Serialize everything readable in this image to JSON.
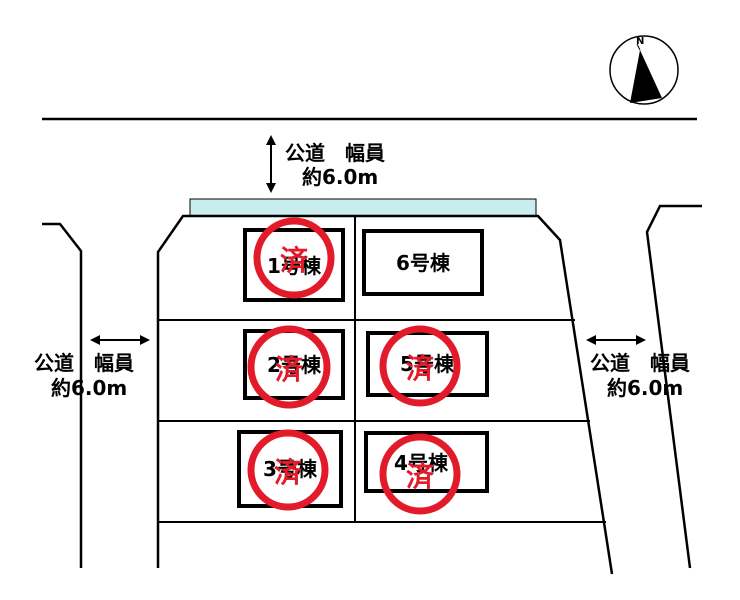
{
  "colors": {
    "line": "#000000",
    "sold_mark": "#e21b2a",
    "frontage_strip": "#c9ecec",
    "background": "#ffffff"
  },
  "compass": {
    "label": "N",
    "icon": "north-arrow-icon"
  },
  "roads": {
    "north": {
      "line1": "公道　幅員",
      "line2": "約6.0m"
    },
    "west": {
      "line1": "公道　幅員",
      "line2": "約6.0m"
    },
    "east": {
      "line1": "公道　幅員",
      "line2": "約6.0m"
    }
  },
  "buildings": [
    {
      "id": 1,
      "label": "1号棟",
      "sold": true
    },
    {
      "id": 2,
      "label": "2号棟",
      "sold": true
    },
    {
      "id": 3,
      "label": "3号棟",
      "sold": true
    },
    {
      "id": 4,
      "label": "4号棟",
      "sold": true
    },
    {
      "id": 5,
      "label": "5号棟",
      "sold": true
    },
    {
      "id": 6,
      "label": "6号棟",
      "sold": false
    }
  ],
  "sold_mark_text": "済"
}
